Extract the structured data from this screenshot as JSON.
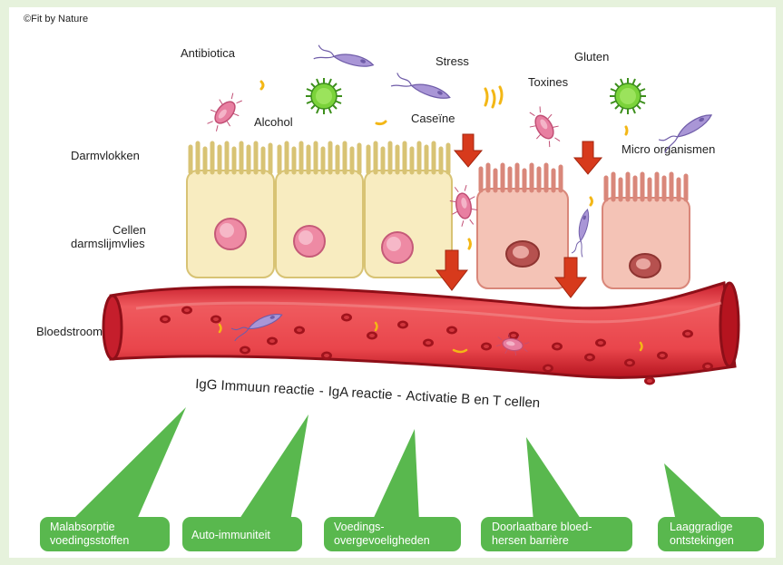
{
  "copyright": "©Fit by Nature",
  "triggers": {
    "antibiotica": "Antibiotica",
    "alcohol": "Alcohol",
    "stress": "Stress",
    "caseine": "Caseïne",
    "toxines": "Toxines",
    "gluten": "Gluten",
    "micro": "Micro organismen"
  },
  "labels": {
    "darmvlokken": "Darmvlokken",
    "cellen_1": "Cellen",
    "cellen_2": "darmslijmvlies",
    "bloedstroom": "Bloedstroom"
  },
  "reaction": {
    "part1": "IgG Immuun reactie",
    "sep1": "-",
    "part2": "IgA reactie",
    "sep2": "-",
    "part3": "Activatie B en T cellen"
  },
  "outcomes": [
    {
      "line1": "Malabsorptie",
      "line2": "voedingsstoffen"
    },
    {
      "line1": "Auto-immuniteit",
      "line2": ""
    },
    {
      "line1": "Voedings-",
      "line2": "overgevoeligheden"
    },
    {
      "line1": "Doorlaatbare bloed-",
      "line2": "hersen barrière"
    },
    {
      "line1": "Laaggradige",
      "line2": "ontstekingen"
    }
  ],
  "colors": {
    "healthy_cell": "#f8ecc0",
    "damaged_cell": "#f4c3b6",
    "blood": "#e9454b",
    "arrow": "#d73a1c",
    "outcome_box": "#59b84e",
    "virus": "#5ab82c",
    "bacteria": "#e0729a",
    "parasite": "#9b87c9"
  }
}
